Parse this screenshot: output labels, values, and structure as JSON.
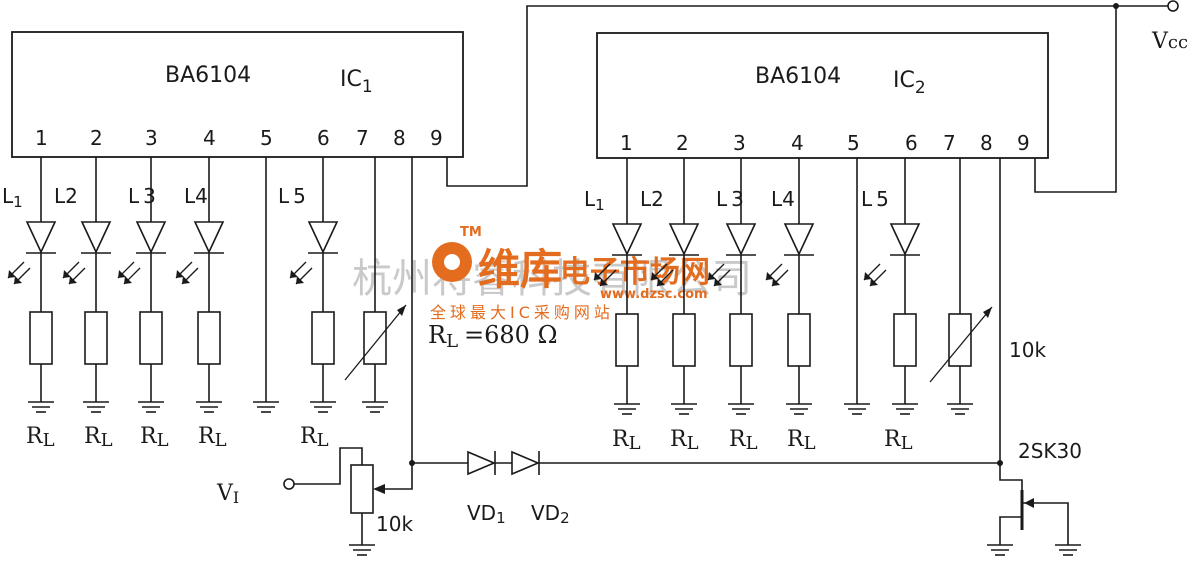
{
  "ic1": {
    "part": "BA6104",
    "name": "IC",
    "sub": "1",
    "pins": [
      "1",
      "2",
      "3",
      "4",
      "5",
      "6",
      "7",
      "8",
      "9"
    ]
  },
  "ic2": {
    "part": "BA6104",
    "name": "IC",
    "sub": "2",
    "pins": [
      "1",
      "2",
      "3",
      "4",
      "5",
      "6",
      "7",
      "8",
      "9"
    ]
  },
  "leds_ic1": [
    {
      "letter": "L",
      "num": "1"
    },
    {
      "letter": "L",
      "num": "2"
    },
    {
      "letter": "L",
      "num": "3"
    },
    {
      "letter": "L",
      "num": "4"
    },
    {
      "letter": "L",
      "num": "5"
    }
  ],
  "leds_ic2": [
    {
      "letter": "L",
      "num": "1"
    },
    {
      "letter": "L",
      "num": "2"
    },
    {
      "letter": "L",
      "num": "3"
    },
    {
      "letter": "L",
      "num": "4"
    },
    {
      "letter": "L",
      "num": "5"
    }
  ],
  "rl_label": {
    "letter": "R",
    "sub": "L"
  },
  "rl_value": {
    "prefix": "R",
    "sub": "L",
    "value": "=680 Ω"
  },
  "vcc": {
    "main": "V",
    "sub": "cc"
  },
  "vi": {
    "main": "V",
    "sub": "I"
  },
  "pot_input_value": "10k",
  "pot_ic2_value": "10k",
  "vd1": {
    "main": "VD",
    "sub": "1"
  },
  "vd2": {
    "main": "VD",
    "sub": "2"
  },
  "fet": "2SK30",
  "watermark": {
    "company": "杭州将睿科技有限公司",
    "brand": "维库",
    "brand_sub": "电子市场网",
    "url": "www.dzsc.com",
    "slogan": "全球最大IC采购网站",
    "tm": "TM"
  }
}
